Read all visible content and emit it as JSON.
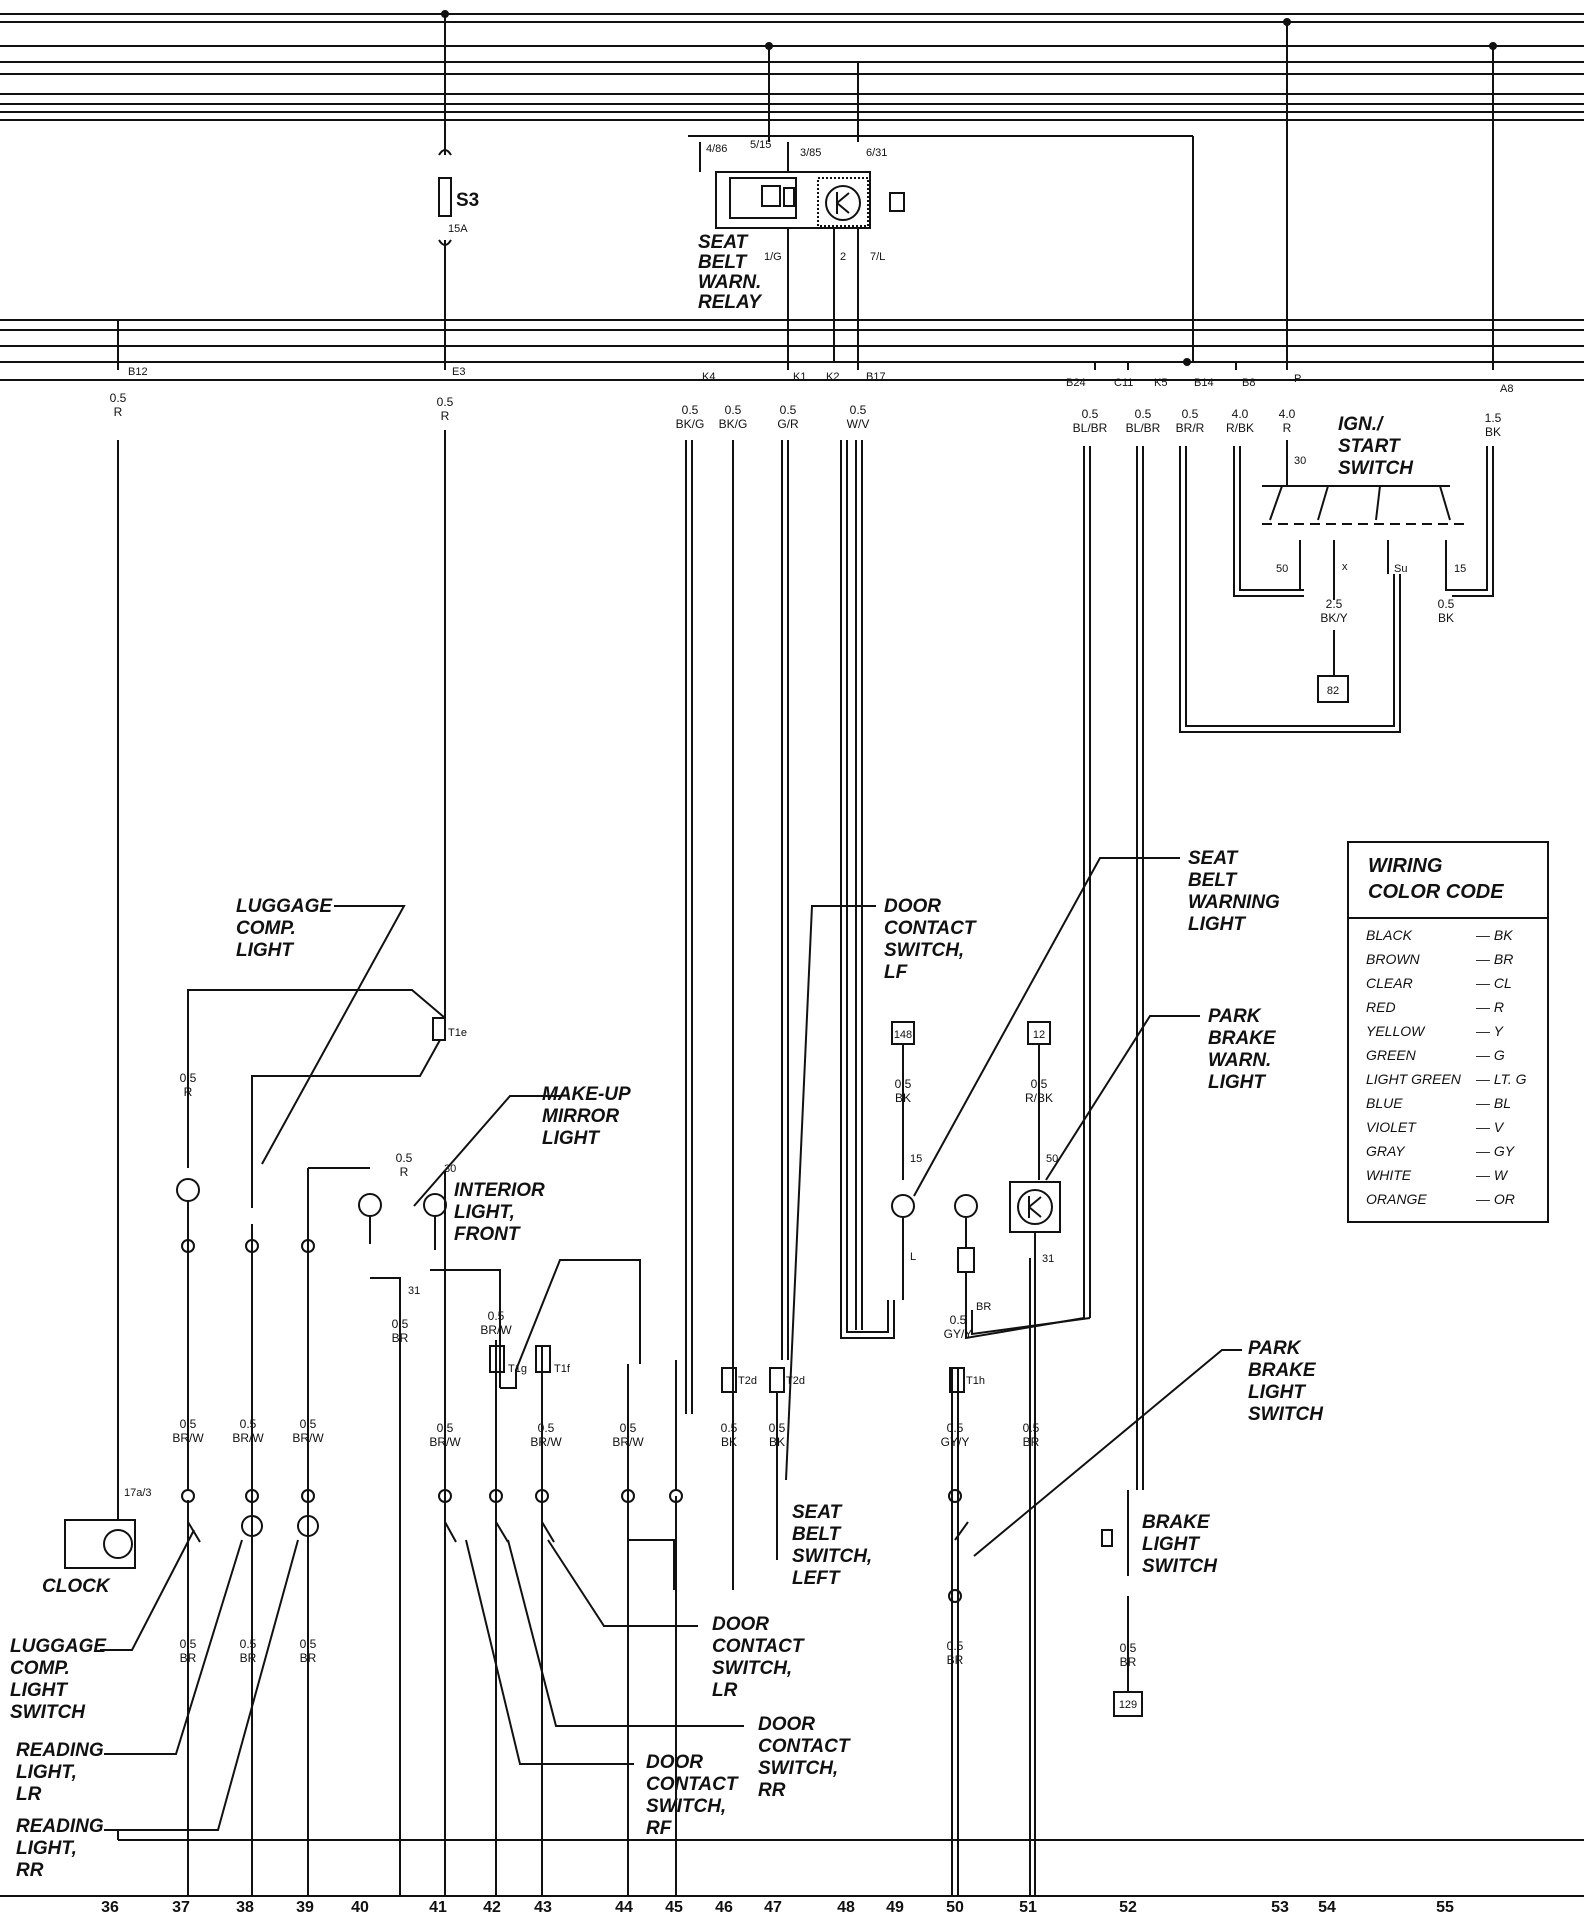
{
  "bus": {
    "left_terminals": {
      "B12": "B12",
      "E3": "E3"
    },
    "mid_terminals": {
      "K4": "K4",
      "K1": "K1",
      "K2": "K2",
      "B17": "B17"
    },
    "right_terminals": {
      "B24": "B24",
      "C11": "C11",
      "K5": "K5",
      "B14": "B14",
      "B8": "B8",
      "P": "P",
      "A8": "A8"
    }
  },
  "fuse": {
    "name": "S3",
    "rating": "15A"
  },
  "relay": {
    "label": [
      "SEAT",
      "BELT",
      "WARN.",
      "RELAY"
    ],
    "pins_top": [
      "4/86",
      "5/15",
      "3/85",
      "6/31"
    ],
    "pins_bottom": [
      "1/G",
      "2",
      "7/L"
    ]
  },
  "wires": [
    {
      "gauge": "0.5",
      "color": "R"
    },
    {
      "gauge": "0.5",
      "color": "R"
    },
    {
      "gauge": "0.5",
      "color": "BK/G"
    },
    {
      "gauge": "0.5",
      "color": "BK/G"
    },
    {
      "gauge": "0.5",
      "color": "G/R"
    },
    {
      "gauge": "0.5",
      "color": "W/V"
    },
    {
      "gauge": "0.5",
      "color": "BL/BR"
    },
    {
      "gauge": "0.5",
      "color": "BL/BR"
    },
    {
      "gauge": "0.5",
      "color": "BR/R"
    },
    {
      "gauge": "4.0",
      "color": "R/BK"
    },
    {
      "gauge": "4.0",
      "color": "R"
    },
    {
      "gauge": "1.5",
      "color": "BK"
    },
    {
      "gauge": "2.5",
      "color": "BK/Y"
    },
    {
      "gauge": "0.5",
      "color": "BK"
    }
  ],
  "ign_switch": {
    "label": [
      "IGN./",
      "START",
      "SWITCH"
    ],
    "terms": [
      "30",
      "50",
      "x",
      "Su",
      "15"
    ],
    "ref": "82"
  },
  "lower_wires": {
    "lugg": {
      "gauge": "0.5",
      "color": "R"
    },
    "r1": {
      "gauge": "0.5",
      "color": "R"
    },
    "brw1": {
      "gauge": "0.5",
      "color": "BR/W"
    },
    "brw2": {
      "gauge": "0.5",
      "color": "BR/W"
    },
    "brw3": {
      "gauge": "0.5",
      "color": "BR/W"
    },
    "brw4": {
      "gauge": "0.5",
      "color": "BR/W"
    },
    "brw5": {
      "gauge": "0.5",
      "color": "BR/W"
    },
    "brw6": {
      "gauge": "0.5",
      "color": "BR/W"
    },
    "brw7": {
      "gauge": "0.5",
      "color": "BR/W"
    },
    "br_gnd1": {
      "gauge": "0.5",
      "color": "BR"
    },
    "br_gnd2": {
      "gauge": "0.5",
      "color": "BR"
    },
    "br_gnd3": {
      "gauge": "0.5",
      "color": "BR"
    },
    "br_gnd4": {
      "gauge": "0.5",
      "color": "BR"
    },
    "br_gnd5": {
      "gauge": "0.5",
      "color": "BR"
    },
    "br_gnd6": {
      "gauge": "0.5",
      "color": "BR"
    },
    "bk1": {
      "gauge": "0.5",
      "color": "BK"
    },
    "bk2": {
      "gauge": "0.5",
      "color": "BK"
    },
    "bk3": {
      "gauge": "0.5",
      "color": "BK"
    },
    "rbk": {
      "gauge": "0.5",
      "color": "R/BK"
    },
    "gyy1": {
      "gauge": "0.5",
      "color": "GY/Y"
    },
    "gyy2": {
      "gauge": "0.5",
      "color": "GY/Y"
    },
    "br51": {
      "gauge": "0.5",
      "color": "BR"
    }
  },
  "connectors": {
    "T1e": "T1e",
    "T1g": "T1g",
    "T1f": "T1f",
    "T2d_a": "T2d",
    "T2d_b": "T2d",
    "T1h": "T1h"
  },
  "refs": {
    "r148": "148",
    "r12": "12",
    "r129": "129",
    "clock_term": "17a/3",
    "term30": "30",
    "term31": "31",
    "term15": "15",
    "termL": "L",
    "term50": "50",
    "term31b": "31",
    "termBR": "BR"
  },
  "labels": {
    "luggage_light": [
      "LUGGAGE",
      "COMP.",
      "LIGHT"
    ],
    "makeup": [
      "MAKE-UP",
      "MIRROR",
      "LIGHT"
    ],
    "interior": [
      "INTERIOR",
      "LIGHT,",
      "FRONT"
    ],
    "door_lf": [
      "DOOR",
      "CONTACT",
      "SWITCH,",
      "LF"
    ],
    "seat_belt_light": [
      "SEAT",
      "BELT",
      "WARNING",
      "LIGHT"
    ],
    "park_brake_light": [
      "PARK",
      "BRAKE",
      "WARN.",
      "LIGHT"
    ],
    "park_brake_switch": [
      "PARK",
      "BRAKE",
      "LIGHT",
      "SWITCH"
    ],
    "brake_light_switch": [
      "BRAKE",
      "LIGHT",
      "SWITCH"
    ],
    "seat_belt_switch": [
      "SEAT",
      "BELT",
      "SWITCH,",
      "LEFT"
    ],
    "door_lr": [
      "DOOR",
      "CONTACT",
      "SWITCH,",
      "LR"
    ],
    "door_rr": [
      "DOOR",
      "CONTACT",
      "SWITCH,",
      "RR"
    ],
    "door_rf": [
      "DOOR",
      "CONTACT",
      "SWITCH,",
      "RF"
    ],
    "clock": "CLOCK",
    "lugg_switch": [
      "LUGGAGE",
      "COMP.",
      "LIGHT",
      "SWITCH"
    ],
    "reading_lr": [
      "READING",
      "LIGHT,",
      "LR"
    ],
    "reading_rr": [
      "READING",
      "LIGHT,",
      "RR"
    ]
  },
  "legend": {
    "title": [
      "WIRING",
      "COLOR CODE"
    ],
    "rows": [
      {
        "name": "BLACK",
        "code": "— BK"
      },
      {
        "name": "BROWN",
        "code": "— BR"
      },
      {
        "name": "CLEAR",
        "code": "— CL"
      },
      {
        "name": "RED",
        "code": "— R"
      },
      {
        "name": "YELLOW",
        "code": "— Y"
      },
      {
        "name": "GREEN",
        "code": "— G"
      },
      {
        "name": "LIGHT GREEN",
        "code": "— LT. G"
      },
      {
        "name": "BLUE",
        "code": "— BL"
      },
      {
        "name": "VIOLET",
        "code": "— V"
      },
      {
        "name": "GRAY",
        "code": "— GY"
      },
      {
        "name": "WHITE",
        "code": "— W"
      },
      {
        "name": "ORANGE",
        "code": "— OR"
      }
    ]
  },
  "columns": [
    "36",
    "37",
    "38",
    "39",
    "40",
    "41",
    "42",
    "43",
    "44",
    "45",
    "46",
    "47",
    "48",
    "49",
    "50",
    "51",
    "52",
    "53",
    "54",
    "55"
  ]
}
